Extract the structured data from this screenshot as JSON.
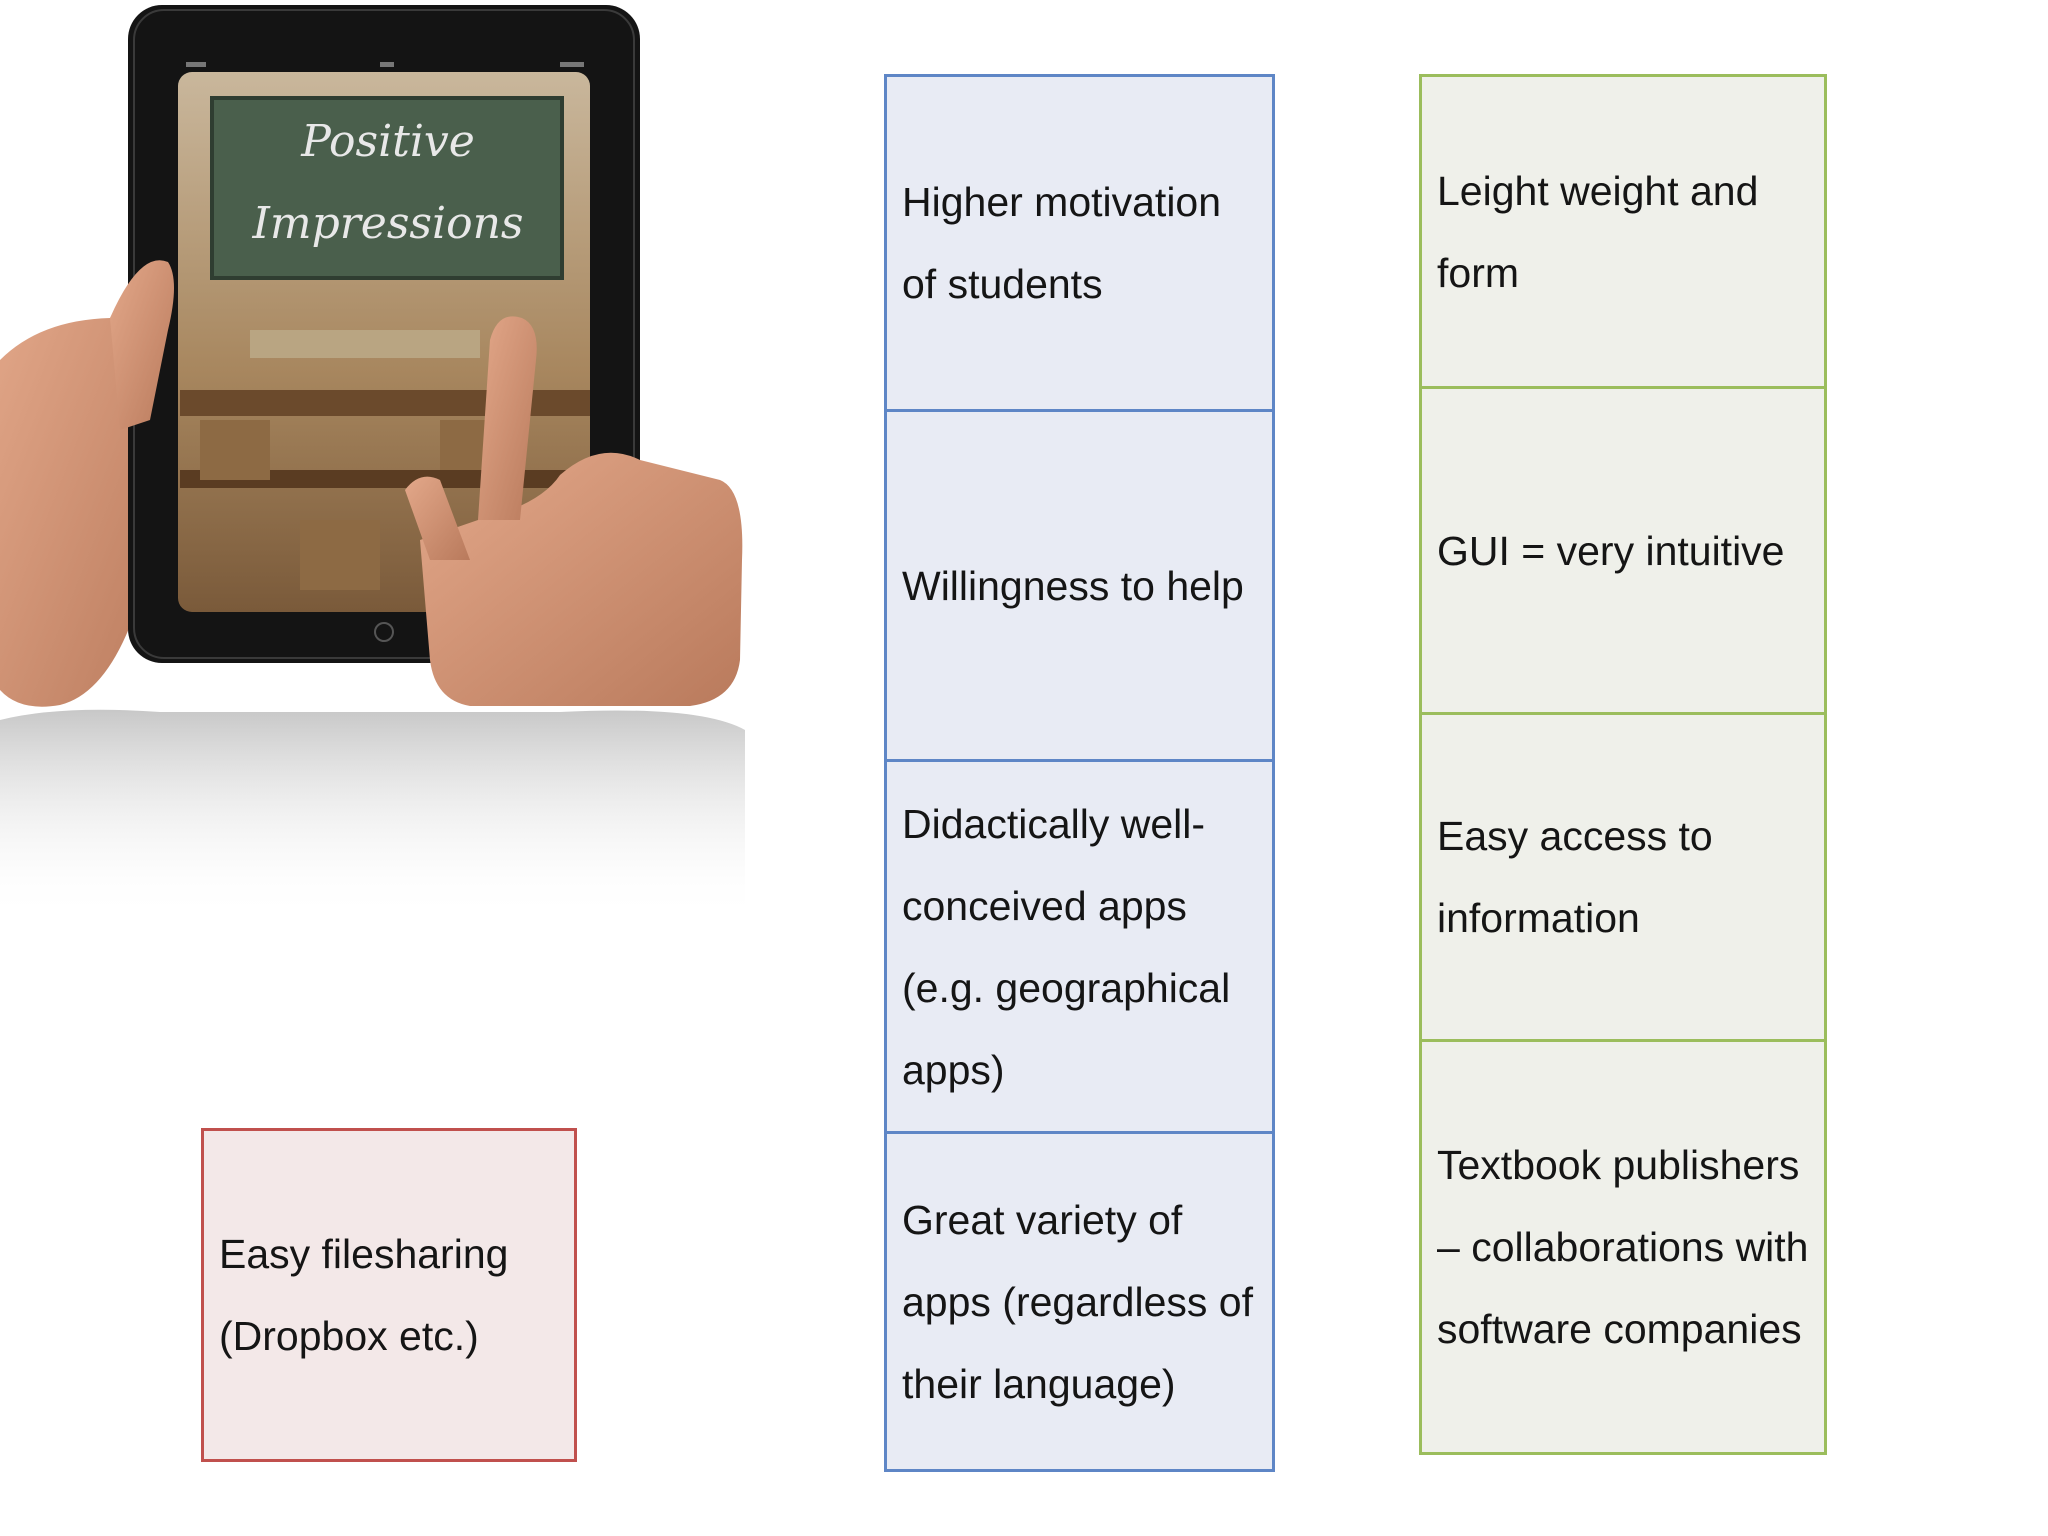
{
  "image": {
    "screen_title_line1": "Positive",
    "screen_title_line2": "Impressions"
  },
  "blue_column": [
    "Higher motivation of students",
    "Willingness to help",
    "Didactically well-conceived apps (e.g. geographical apps)",
    "Great variety of apps (regardless of their language)"
  ],
  "green_column": [
    "Leight weight and form",
    "GUI = very intuitive",
    "Easy access to information",
    "Textbook publishers – collaborations with software companies"
  ],
  "red_box": "Easy filesharing (Dropbox etc.)",
  "colors": {
    "blue_border": "#5e86c6",
    "blue_fill": "#e8ebf4",
    "green_border": "#9bbd5c",
    "green_fill": "#eff0ea",
    "red_border": "#c0504d",
    "red_fill": "#f3e8e8",
    "chalkboard": "#4a5f4c"
  }
}
